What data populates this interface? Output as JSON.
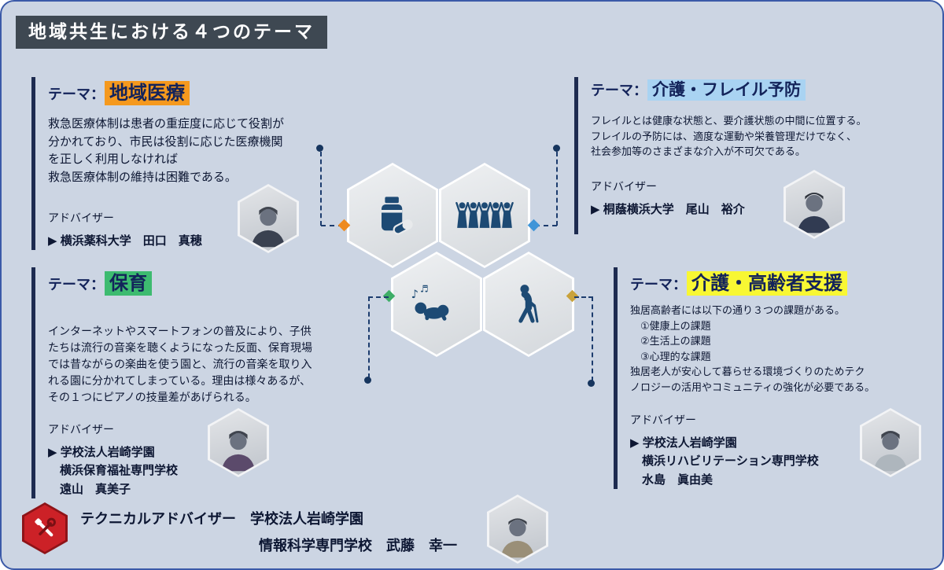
{
  "title": "地域共生における４つのテーマ",
  "themes": {
    "medical": {
      "prefix": "テーマ：",
      "name": "地域医療",
      "highlight_color": "#f5991e",
      "connector_color": "#ee8a1f",
      "icon": "medicine-icon",
      "description": "救急医療体制は患者の重症度に応じて役割が\n分かれており、市民は役割に応じた医療機関\nを正しく利用しなければ\n救急医療体制の維持は困難である。",
      "advisor_heading": "アドバイザー",
      "advisor": "▶ 横浜薬科大学　田口　真穂"
    },
    "frailty": {
      "prefix": "テーマ：",
      "name": "介護・フレイル予防",
      "highlight_color": "#a9d3f2",
      "connector_color": "#3f95d8",
      "icon": "people-group-icon",
      "description": "フレイルとは健康な状態と、要介護状態の中間に位置する。\nフレイルの予防には、適度な運動や栄養管理だけでなく、\n社会参加等のさまざまな介入が不可欠である。",
      "advisor_heading": "アドバイザー",
      "advisor": "▶ 桐蔭横浜大学　尾山　裕介"
    },
    "childcare": {
      "prefix": "テーマ：",
      "name": "保育",
      "highlight_color": "#3dbb70",
      "connector_color": "#3eae67",
      "icon": "baby-music-icon",
      "description": "インターネットやスマートフォンの普及により、子供\nたちは流行の音楽を聴くようになった反面、保育現場\nでは昔ながらの楽曲を使う園と、流行の音楽を取り入\nれる園に分かれてしまっている。理由は様々あるが、\nその１つにピアノの技量差があげられる。",
      "advisor_heading": "アドバイザー",
      "advisor": "▶ 学校法人岩崎学園\n　横浜保育福祉専門学校\n　遠山　真美子"
    },
    "elderly": {
      "prefix": "テーマ：",
      "name": "介護・高齢者支援",
      "highlight_color": "#f8f733",
      "connector_color": "#c9a23a",
      "icon": "elder-cane-icon",
      "description": "独居高齢者には以下の通り３つの課題がある。\n　①健康上の課題\n　②生活上の課題\n　③心理的な課題\n独居老人が安心して暮らせる環境づくりのためテク\nノロジーの活用やコミュニティの強化が必要である。",
      "advisor_heading": "アドバイザー",
      "advisor": "▶ 学校法人岩崎学園\n　横浜リハビリテーション専門学校\n　水島　眞由美"
    }
  },
  "technical_advisor": {
    "icon": "tools-icon",
    "line1": "テクニカルアドバイザー　学校法人岩崎学園",
    "line2": "情報科学専門学校　武藤　幸一"
  }
}
